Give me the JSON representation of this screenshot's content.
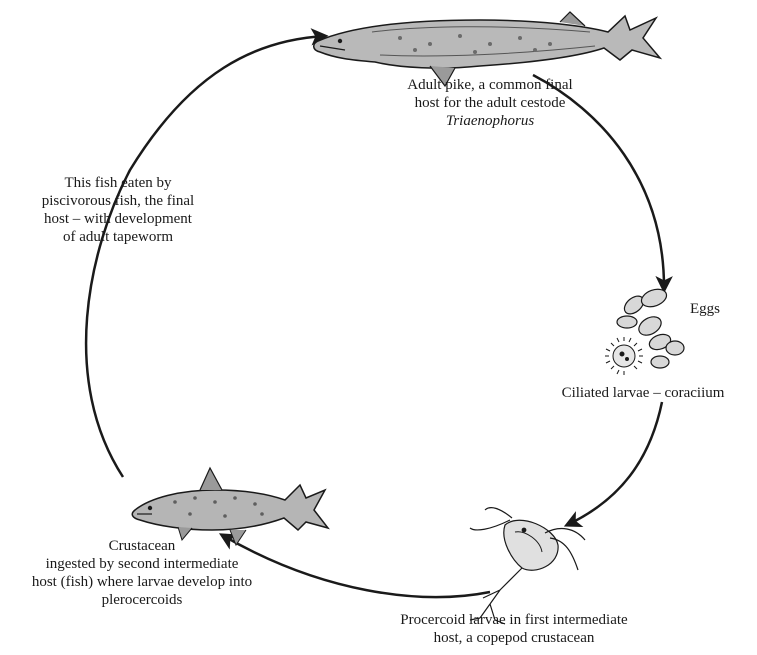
{
  "diagram": {
    "stages": {
      "adult_pike": {
        "lines": [
          "Adult pike, a common final",
          "host for the adult cestode"
        ],
        "italic_line": "Triaenophorus",
        "icon": "pike-fish"
      },
      "eggs": {
        "label": "Eggs",
        "icon": "egg-cluster"
      },
      "coracidium": {
        "label": "Ciliated larvae – coraciium",
        "icon": "ciliated-larva"
      },
      "procercoid": {
        "lines": [
          "Procercoid larvae in first intermediate",
          "host, a copepod crustacean"
        ],
        "icon": "copepod"
      },
      "plerocercoid": {
        "lines": [
          "Crustacean",
          "ingested by second intermediate",
          "host (fish) where larvae develop into",
          "plerocercoids"
        ],
        "icon": "trout-fish"
      },
      "final_host": {
        "lines": [
          "This fish eaten by",
          "piscivorous fish, the final",
          "host – with development",
          "of adult tapeworm"
        ]
      }
    },
    "colors": {
      "stroke": "#1a1a1a",
      "fill": "#ffffff"
    }
  }
}
